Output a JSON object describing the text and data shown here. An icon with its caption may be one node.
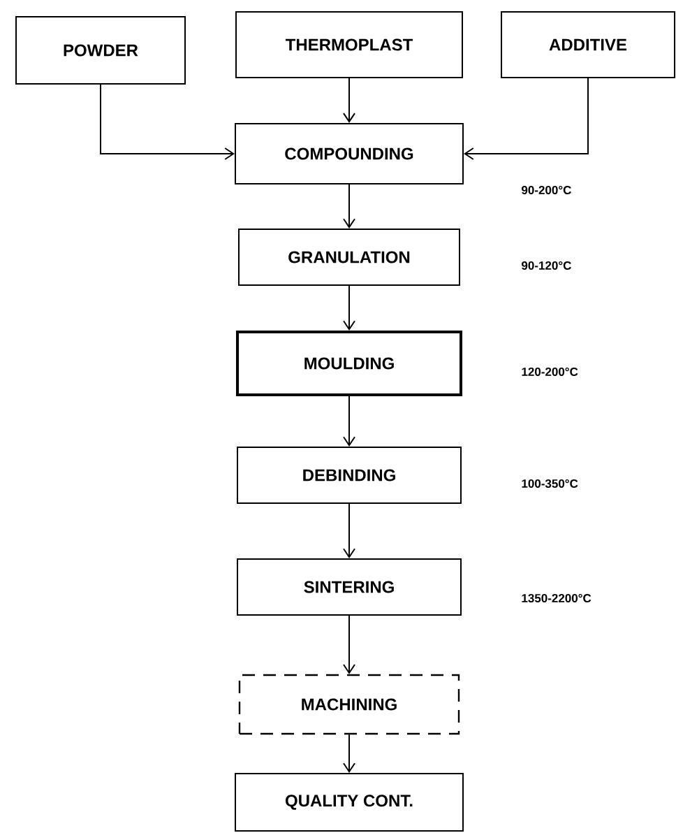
{
  "diagram": {
    "nodes": [
      {
        "text": [
          "POWDER"
        ]
      },
      {
        "text": [
          "THERMOPLAST"
        ]
      },
      {
        "text": [
          "ADDITIVE"
        ]
      },
      {
        "text": [
          "COMPOUNDING"
        ]
      },
      {
        "text": [
          "GRANULATION"
        ]
      },
      {
        "text": [
          "MOULDING"
        ]
      },
      {
        "text": [
          "DEBINDING"
        ]
      },
      {
        "text": [
          "SINTERING"
        ]
      },
      {
        "text": [
          "MACHINING"
        ]
      },
      {
        "text": [
          "QUALITY CONT."
        ]
      }
    ],
    "edges": [
      {
        "from": 0,
        "to": 3,
        "arrow": "to"
      },
      {
        "from": 1,
        "to": 3,
        "arrow": "to"
      },
      {
        "from": 2,
        "to": 3,
        "arrow": "to"
      },
      {
        "from": 3,
        "to": 4,
        "arrow": "to"
      },
      {
        "from": 4,
        "to": 5,
        "arrow": "to"
      },
      {
        "from": 5,
        "to": 6,
        "arrow": "to"
      },
      {
        "from": 6,
        "to": 7,
        "arrow": "to"
      },
      {
        "from": 7,
        "to": 8,
        "arrow": "to"
      },
      {
        "from": 8,
        "to": 9,
        "arrow": "to"
      }
    ],
    "labels": [
      "90-200°C",
      "90-120°C",
      "120-200°C",
      "100-350°C",
      "1350-2200°C"
    ]
  }
}
